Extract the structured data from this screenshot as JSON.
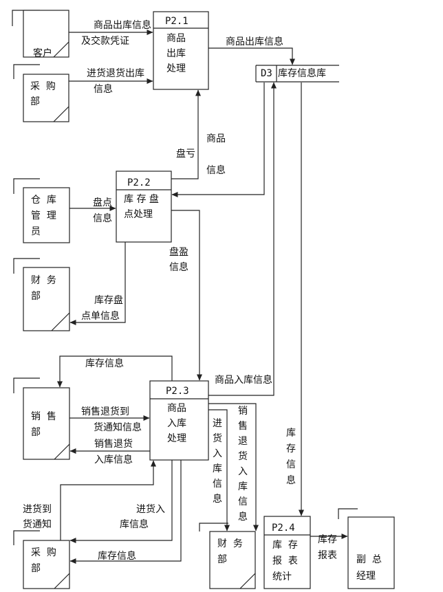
{
  "entities": {
    "customer": {
      "lines": [
        "客户"
      ]
    },
    "purchasing_top": {
      "lines": [
        "采  购",
        "部"
      ]
    },
    "warehouse_manager": {
      "lines": [
        "仓  库",
        "管  理",
        "员"
      ]
    },
    "finance_left": {
      "lines": [
        "财  务",
        "部"
      ]
    },
    "sales": {
      "lines": [
        "销  售",
        "部"
      ]
    },
    "purchasing_bottom": {
      "lines": [
        "采  购",
        "部"
      ]
    },
    "finance_bottom": {
      "lines": [
        "财  务",
        "部"
      ]
    },
    "deputy_manager": {
      "lines": [
        "副  总",
        "经理"
      ]
    }
  },
  "processes": {
    "p21": {
      "id": "P2.1",
      "lines": [
        "商品",
        "出库",
        "处理"
      ]
    },
    "p22": {
      "id": "P2.2",
      "lines": [
        "库 存 盘",
        "点处理"
      ]
    },
    "p23": {
      "id": "P2.3",
      "lines": [
        "商品",
        "入库",
        "处理"
      ]
    },
    "p24": {
      "id": "P2.4",
      "lines": [
        "库  存",
        "报  表",
        "统计"
      ]
    }
  },
  "datastore": {
    "id": "D3",
    "label": "库存信息库"
  },
  "flows": {
    "customer_out": [
      "商品出库信息",
      "及交款凭证"
    ],
    "purchase_return": [
      "进货退货出库",
      "信息"
    ],
    "out_to_store": [
      "商品出库信息"
    ],
    "loss_a": [
      "盘亏"
    ],
    "loss_b": [
      "商品",
      "信息"
    ],
    "inventory_check": [
      "盘点",
      "信息"
    ],
    "surplus": [
      "盘盈",
      "信息"
    ],
    "check_sheet": [
      "库存盘",
      "点单信息"
    ],
    "stock_info_sales": [
      "库存信息"
    ],
    "in_to_store": [
      "商品入库信息"
    ],
    "sales_return_notice": [
      "销售退货到",
      "货通知信息"
    ],
    "sales_return_in": [
      "销售退货",
      "入库信息"
    ],
    "purchase_notice": [
      "进货到",
      "货通知"
    ],
    "purchase_in": [
      "进货入",
      "库信息"
    ],
    "stock_info_purchase": [
      "库存信息"
    ],
    "purchase_in_vertical": [
      "进",
      "货",
      "入",
      "库",
      "信",
      "息"
    ],
    "sales_return_vertical": [
      "销",
      "售",
      "退",
      "货",
      "入",
      "库",
      "信",
      "息"
    ],
    "stock_info_vertical": [
      "库",
      "存",
      "信",
      "息"
    ],
    "stock_report": [
      "库存",
      "报表"
    ]
  }
}
